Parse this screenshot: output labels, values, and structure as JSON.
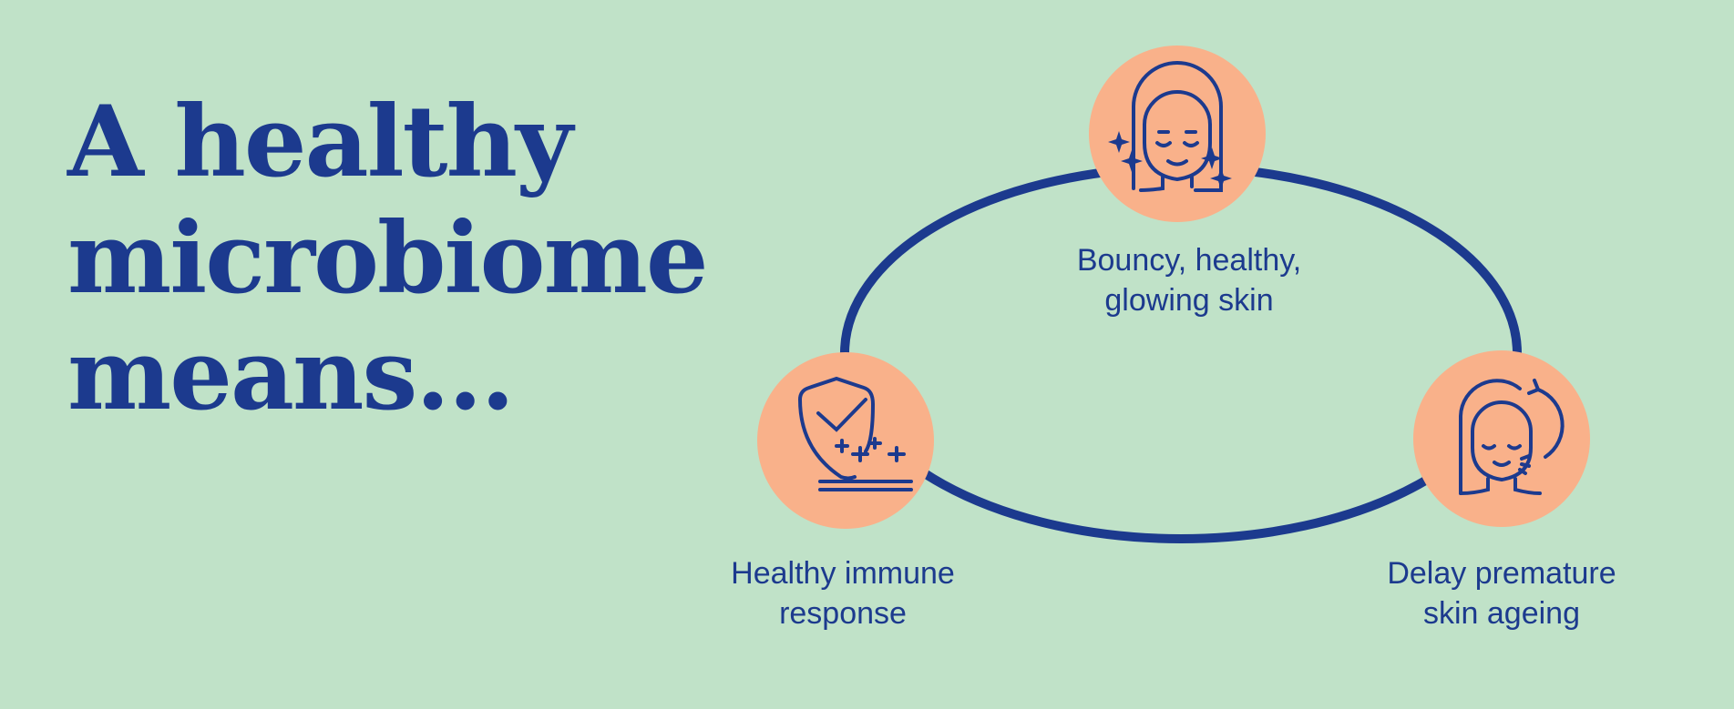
{
  "heading": {
    "lines": [
      "A healthy",
      "microbiome",
      "means..."
    ]
  },
  "benefits": [
    {
      "label_lines": [
        "Bouncy, healthy,",
        "glowing skin"
      ],
      "icon": "glowing-face-icon"
    },
    {
      "label_lines": [
        "Healthy immune",
        "response"
      ],
      "icon": "shield-check-icon"
    },
    {
      "label_lines": [
        "Delay premature",
        "skin ageing"
      ],
      "icon": "face-rewind-icon"
    }
  ],
  "colors": {
    "background": "#c0e2c8",
    "navy": "#1c3a8e",
    "peach": "#f9b18a"
  }
}
